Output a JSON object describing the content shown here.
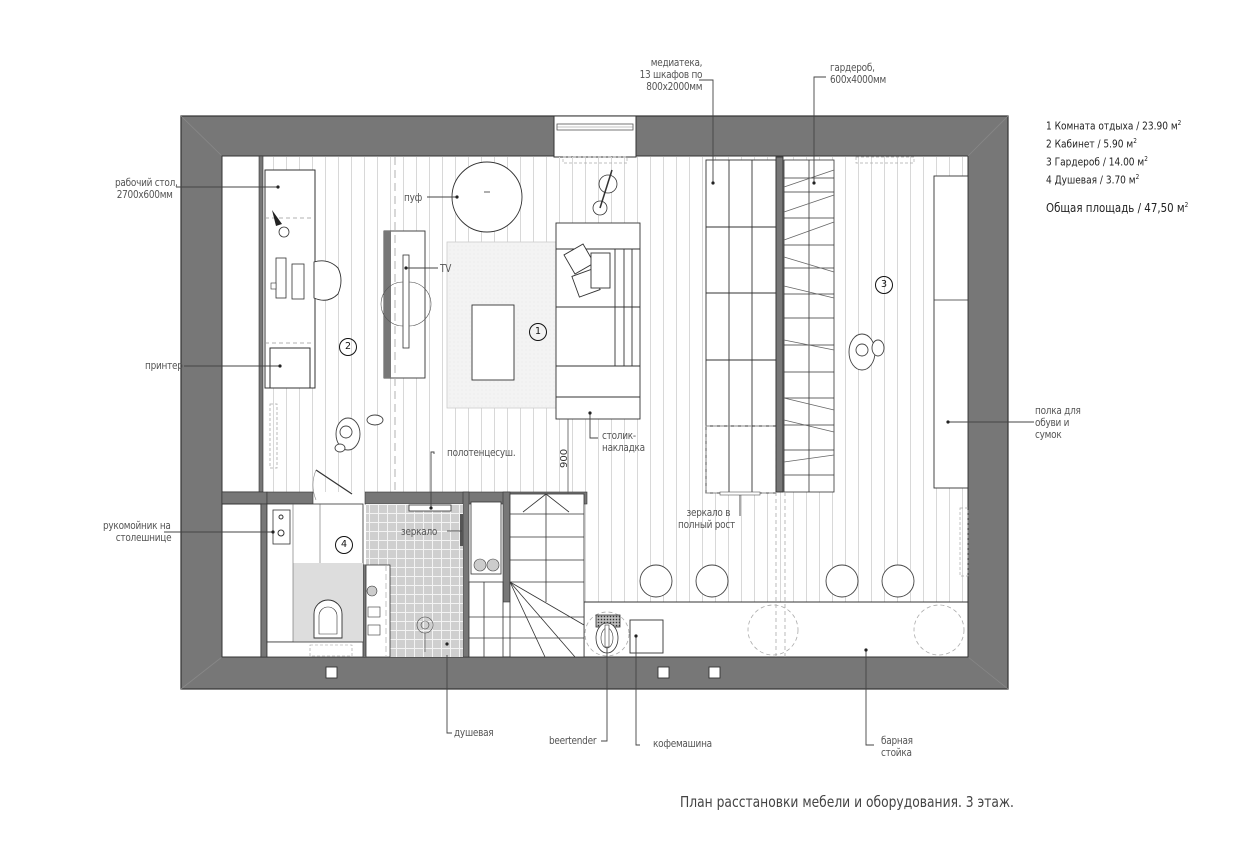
{
  "title": "План расстановки мебели и оборудования. 3 этаж.",
  "legend": {
    "rooms": [
      {
        "num": "1",
        "name": "Комната отдыха",
        "area": "23.90",
        "unit": "м"
      },
      {
        "num": "2",
        "name": "Кабинет",
        "area": "5.90",
        "unit": "м"
      },
      {
        "num": "3",
        "name": "Гардероб",
        "area": "14.00",
        "unit": "м"
      },
      {
        "num": "4",
        "name": "Душевая",
        "area": "3.70",
        "unit": "м"
      }
    ],
    "room_lines": [
      "1 Комната отдыха / 23.90 м",
      "2 Кабинет / 5.90 м",
      "3 Гардероб / 14.00 м",
      "4 Душевая / 3.70 м"
    ],
    "total": "Общая площадь  / 47,50 м",
    "sup": "2"
  },
  "room_markers": [
    "1",
    "2",
    "3",
    "4"
  ],
  "labels": {
    "desk_1": "рабочий стол,",
    "desk_2": "2700х600мм",
    "printer": "принтер",
    "sink_1": "рукомойник на",
    "sink_2": "столешнице",
    "pouf": "пуф",
    "tv": "TV",
    "media_1": "медиатека,",
    "media_2": "13 шкафов по",
    "media_3": "800х2000мм",
    "wardrobe_1": "гардероб,",
    "wardrobe_2": "600х4000мм",
    "side_table_1": "столик-",
    "side_table_2": "накладка",
    "towel_dryer": "полотенцесуш.",
    "mirror": "зеркало",
    "full_mirror_1": "зеркало в",
    "full_mirror_2": "полный рост",
    "shoe_shelf_1": "полка для",
    "shoe_shelf_2": "обуви и",
    "shoe_shelf_3": "сумок",
    "shower": "душевая",
    "beertender": "beertender",
    "coffee_machine": "кофемашина",
    "bar_1": "барная",
    "bar_2": "стойка",
    "dimension_900": "900"
  },
  "colors": {
    "wall": "#777777",
    "wall_edge": "#333333",
    "floor_line": "#d6d6d6",
    "tile": "#c8c8c8",
    "leader": "#444444",
    "text": "#555555"
  }
}
